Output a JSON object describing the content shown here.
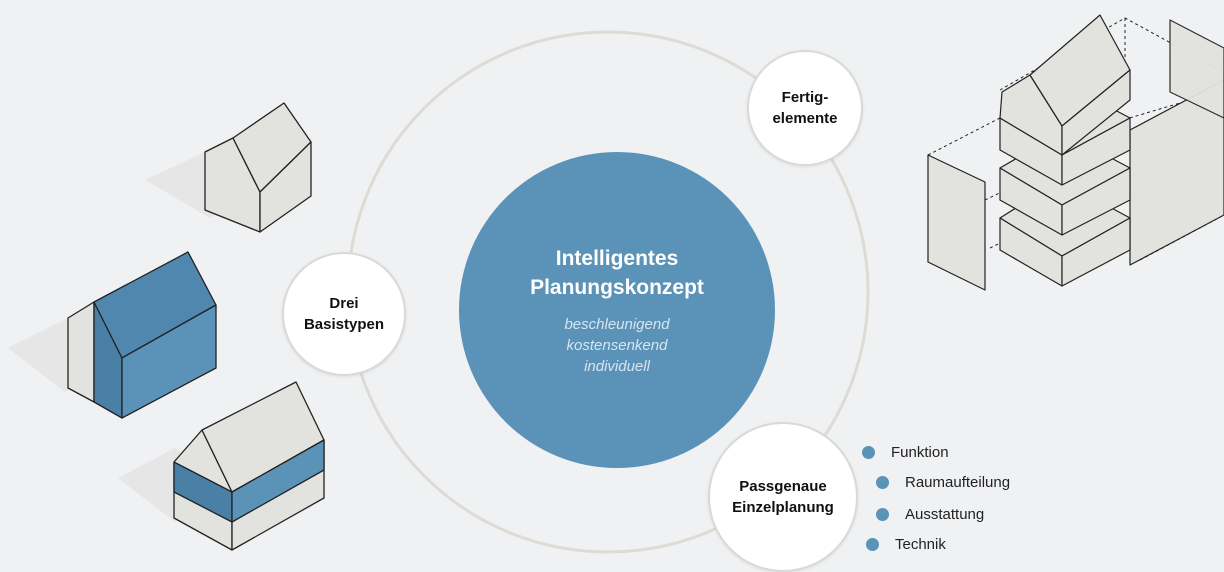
{
  "colors": {
    "accent": "#5b93b8",
    "background": "#f0f1f3",
    "house_face": "#e2e3de",
    "orbit": "#dcdbd4"
  },
  "center": {
    "title_line1": "Intelligentes",
    "title_line2": "Planungskonzept",
    "tagline1": "beschleunigend",
    "tagline2": "kostensenkend",
    "tagline3": "individuell"
  },
  "nodes": {
    "fertig_line1": "Fertig-",
    "fertig_line2": "elemente",
    "basis_line1": "Drei",
    "basis_line2": "Basistypen",
    "einzel_line1": "Passgenaue",
    "einzel_line2": "Einzelplanung"
  },
  "legend": {
    "items": [
      "Funktion",
      "Raumaufteilung",
      "Ausstattung",
      "Technik"
    ]
  },
  "icons": [
    "house-basic-icon",
    "house-blue-icon",
    "house-striped-icon",
    "modular-stack-icon"
  ]
}
